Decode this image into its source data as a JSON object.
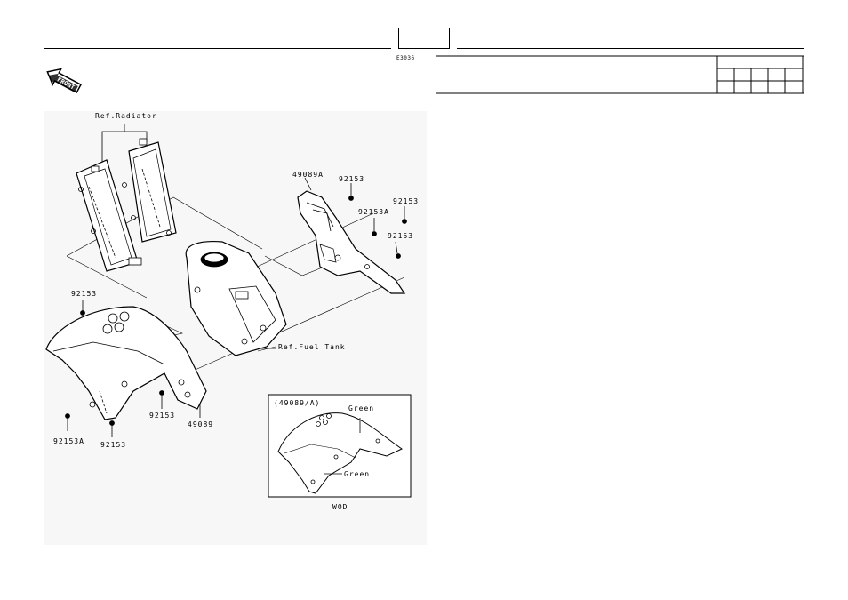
{
  "header": {
    "page_code": "E3036",
    "page_box_text": ""
  },
  "icons": {
    "front_arrow": "front-arrow-icon",
    "front_text": "FRONT"
  },
  "labels": {
    "ref_radiator": "Ref.Radiator",
    "ref_fuel_tank": "Ref.Fuel Tank",
    "p49089a": "49089A",
    "p92153_top1": "92153",
    "p92153_top2": "92153",
    "p92153a_top": "92153A",
    "p92153_top3": "92153",
    "p92153_left": "92153",
    "p92153_mid": "92153",
    "p49089": "49089",
    "p92153a_bottom": "92153A",
    "p92153_bottom": "92153"
  },
  "inset": {
    "title": "(49089/A)",
    "green_top": "Green",
    "green_bottom": "Green",
    "caption": "WOD"
  }
}
